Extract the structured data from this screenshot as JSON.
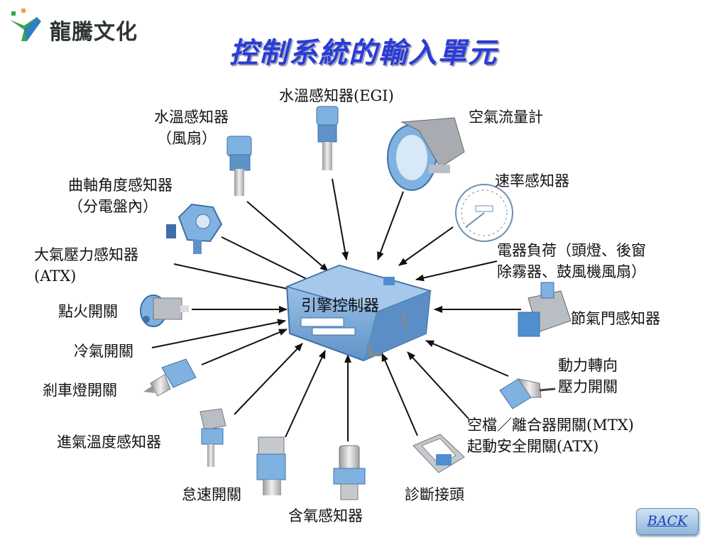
{
  "logo": {
    "text": "龍騰文化",
    "colors": {
      "green": "#3aa648",
      "orange": "#f2a33a",
      "blue": "#2f7fc1"
    }
  },
  "title": "控制系統的輸入單元",
  "center": {
    "label": "引擎控制器"
  },
  "sensors": {
    "water_temp_fan": {
      "line1": "水溫感知器",
      "line2": "（風扇）"
    },
    "water_temp_egi": "水溫感知器(EGI)",
    "air_flow_meter": "空氣流量計",
    "speed_sensor": "速率感知器",
    "crank_angle": {
      "line1": "曲軸角度感知器",
      "line2": "（分電盤內）"
    },
    "atmos_pressure": {
      "line1": "大氣壓力感知器",
      "line2": "(ATX)"
    },
    "electrical_load": {
      "line1": "電器負荷（頭燈、後窗",
      "line2": "除霧器、鼓風機風扇）"
    },
    "ignition_switch": "點火開關",
    "throttle_sensor": "節氣門感知器",
    "ac_switch": "冷氣開關",
    "power_steering": {
      "line1": "動力轉向",
      "line2": "壓力開關"
    },
    "brake_light": "剎車燈開關",
    "neutral_clutch": {
      "line1": "空檔／離合器開關(MTX)",
      "line2": "起動安全開關(ATX)"
    },
    "intake_temp": "進氣溫度感知器",
    "idle_switch": "怠速開關",
    "oxygen_sensor": "含氧感知器",
    "diagnostic": "診斷接頭"
  },
  "back_button": "BACK",
  "colors": {
    "title": "#2a3bd6",
    "component_blue": "#7fb2e0",
    "component_dark": "#3f6fa8",
    "arrow": "#111111"
  }
}
